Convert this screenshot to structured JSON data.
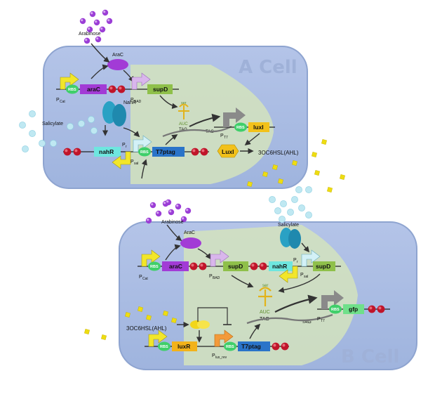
{
  "cellA": {
    "title": "A Cell",
    "inducers": {
      "arabinose": "Arabinose",
      "salicylate": "Salicylate",
      "ahl": "3OC6HSL(AHL)"
    },
    "proteins": {
      "arac": "AraC",
      "nahr": "NahR",
      "luxi": "LuxI"
    },
    "parts": {
      "rbs": "RBS",
      "arac": "araC",
      "supd": "supD",
      "nahr": "nahR",
      "t7ptag": "T7ptag",
      "luxi": "luxI"
    },
    "promoters": {
      "pcat": "P",
      "pcat_sub": "Cat",
      "pbad": "P",
      "pbad_sub": "BAD",
      "pr": "P",
      "pr_sub": "r",
      "psal": "P",
      "psal_sub": "sal",
      "pt7": "P",
      "pt7_sub": "T7"
    },
    "trna": {
      "ser": "ser",
      "auc": "AUC",
      "tag1": "TAG",
      "tag2": "TAG"
    }
  },
  "cellB": {
    "title": "B Cell",
    "inducers": {
      "arabinose": "Arabinose",
      "salicylate": "Salicylate",
      "ahl": "3OC6HSL(AHL)"
    },
    "proteins": {
      "arac": "AraC"
    },
    "parts": {
      "rbs": "RBS",
      "arac": "araC",
      "supd1": "supD",
      "nahr": "nahR",
      "supd2": "supD",
      "luxr": "luxR",
      "t7ptag": "T7ptag",
      "gfp": "gfp"
    },
    "promoters": {
      "pcat": "P",
      "pcat_sub": "Cat",
      "pbad": "P",
      "pbad_sub": "BAD",
      "pr": "P",
      "pr_sub": "r",
      "psal": "P",
      "psal_sub": "sal",
      "plux": "P",
      "plux_sub": "lux_rev",
      "pt7": "P",
      "pt7_sub": "T7"
    },
    "trna": {
      "ser": "ser",
      "auc": "AUC",
      "tag1": "TAG",
      "tag2": "TAG"
    }
  },
  "colors": {
    "cell_fill": "#aebde3",
    "membrane": "#8ea4d0",
    "cytoplasm": "#d3e3bd",
    "arac": "#a23bd6",
    "supd": "#8fc04a",
    "nahr": "#6ee6df",
    "t7ptag": "#2a74c9",
    "luxi": "#f2c11a",
    "luxr": "#f2b21a",
    "gfp": "#6fe08a",
    "rbs": "#3fcf6a",
    "terminator": "#c0152a",
    "arabinose": "#9b3ed6",
    "salicylate": "#bfe8f2",
    "ahl": "#eedd11"
  }
}
